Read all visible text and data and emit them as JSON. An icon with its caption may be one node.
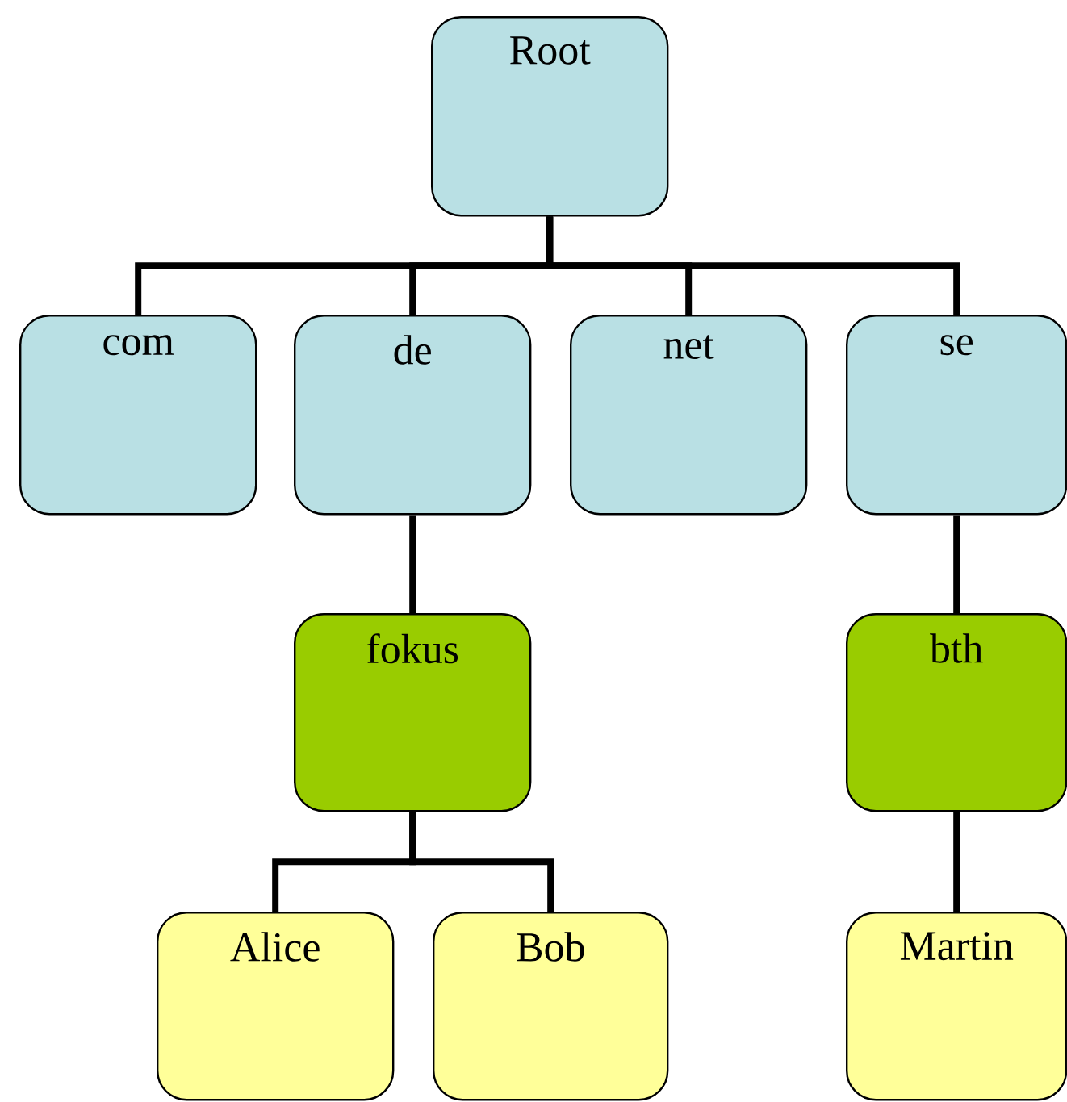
{
  "diagram": {
    "nodes": [
      {
        "text": [
          "Root"
        ]
      },
      {
        "text": [
          "com"
        ]
      },
      {
        "text": [
          "de"
        ]
      },
      {
        "text": [
          "net"
        ]
      },
      {
        "text": [
          "se"
        ]
      },
      {
        "text": [
          "fokus"
        ]
      },
      {
        "text": [
          "bth"
        ]
      },
      {
        "text": [
          "Alice"
        ]
      },
      {
        "text": [
          "Bob"
        ]
      },
      {
        "text": [
          "Martin"
        ]
      }
    ],
    "edges": [
      {
        "from": 0,
        "to": 1,
        "arrow": "none"
      },
      {
        "from": 0,
        "to": 2,
        "arrow": "none"
      },
      {
        "from": 0,
        "to": 3,
        "arrow": "none"
      },
      {
        "from": 0,
        "to": 4,
        "arrow": "none"
      },
      {
        "from": 2,
        "to": 5,
        "arrow": "none"
      },
      {
        "from": 4,
        "to": 6,
        "arrow": "none"
      },
      {
        "from": 5,
        "to": 7,
        "arrow": "none"
      },
      {
        "from": 5,
        "to": 8,
        "arrow": "none"
      },
      {
        "from": 6,
        "to": 9,
        "arrow": "none"
      }
    ]
  }
}
